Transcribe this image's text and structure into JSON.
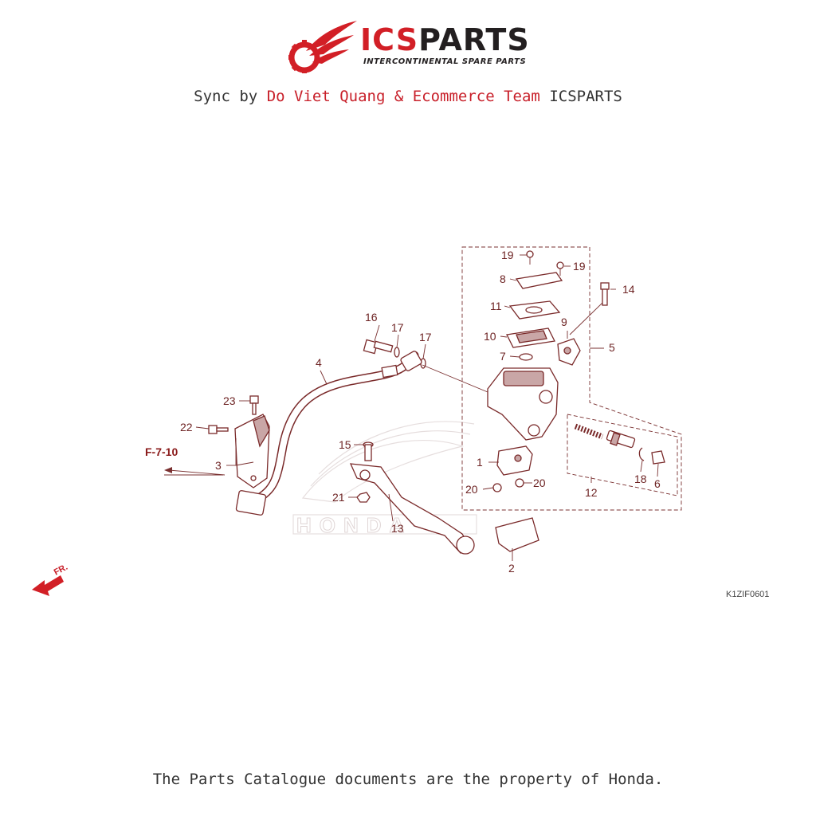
{
  "brand": {
    "name_first": "ICS",
    "name_second": "PARTS",
    "tagline": "INTERCONTINENTAL SPARE PARTS",
    "color_red": "#d21f26",
    "color_dark": "#231f20"
  },
  "sync": {
    "prefix": "Sync by",
    "authors": "Do Viet Quang & Ecommerce Team",
    "suffix": "ICSPARTS"
  },
  "diagram": {
    "drawing_code": "K1ZIF0601",
    "reference": "F-7-10",
    "direction": "FR.",
    "watermark": "HONDA",
    "callouts": {
      "p1": "1",
      "p2": "2",
      "p3": "3",
      "p4": "4",
      "p5": "5",
      "p6": "6",
      "p7": "7",
      "p8": "8",
      "p9": "9",
      "p10": "10",
      "p11": "11",
      "p12": "12",
      "p13": "13",
      "p14": "14",
      "p15": "15",
      "p16": "16",
      "p17a": "17",
      "p17b": "17",
      "p18": "18",
      "p19a": "19",
      "p19b": "19",
      "p20a": "20",
      "p20b": "20",
      "p21": "21",
      "p22": "22",
      "p23": "23"
    }
  },
  "footer": {
    "notice": "The Parts Catalogue documents are the property of Honda."
  }
}
